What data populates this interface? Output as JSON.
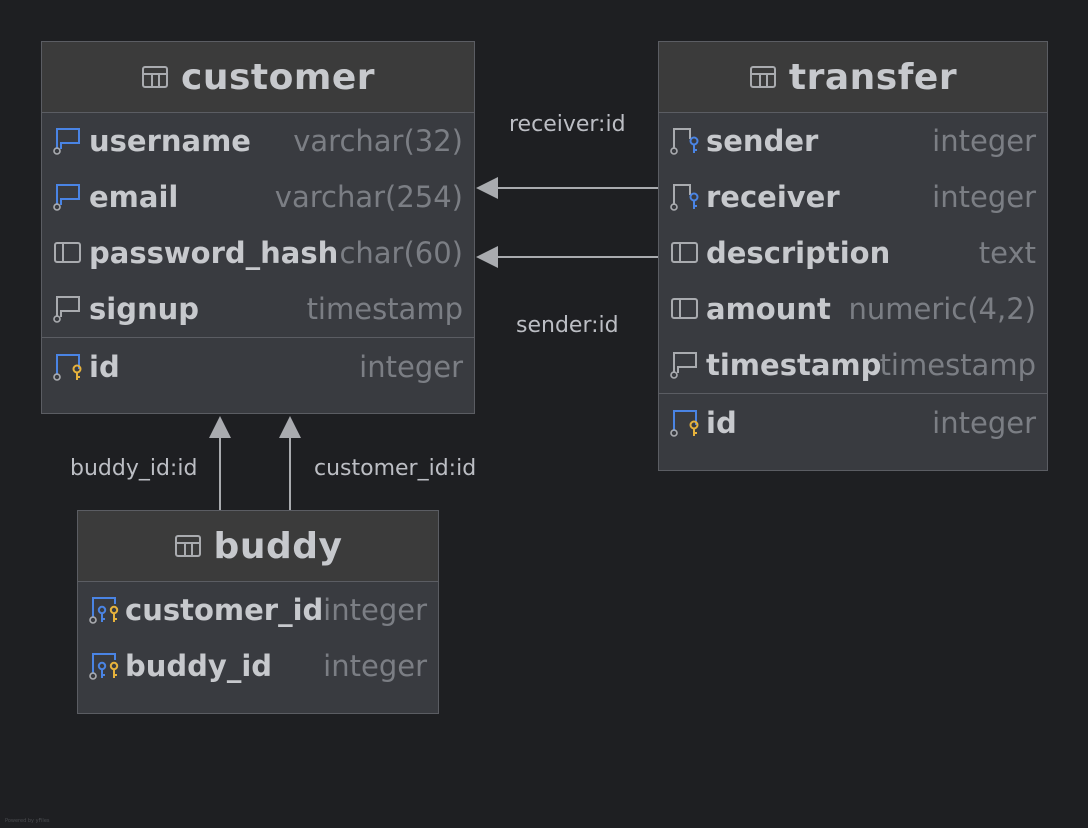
{
  "tables": {
    "customer": {
      "title": "customer",
      "columns": [
        {
          "name": "username",
          "type": "varchar(32)",
          "icon": "fk-column-icon"
        },
        {
          "name": "email",
          "type": "varchar(254)",
          "icon": "fk-column-icon"
        },
        {
          "name": "password_hash",
          "type": "char(60)",
          "icon": "column-icon"
        },
        {
          "name": "signup",
          "type": "timestamp",
          "icon": "nullable-column-icon"
        }
      ],
      "pk": {
        "name": "id",
        "type": "integer",
        "icon": "primary-key-icon"
      }
    },
    "transfer": {
      "title": "transfer",
      "columns": [
        {
          "name": "sender",
          "type": "integer",
          "icon": "foreign-key-icon"
        },
        {
          "name": "receiver",
          "type": "integer",
          "icon": "foreign-key-icon"
        },
        {
          "name": "description",
          "type": "text",
          "icon": "column-icon"
        },
        {
          "name": "amount",
          "type": "numeric(4,2)",
          "icon": "column-icon"
        },
        {
          "name": "timestamp",
          "type": "timestamp",
          "icon": "nullable-column-icon"
        }
      ],
      "pk": {
        "name": "id",
        "type": "integer",
        "icon": "primary-key-icon"
      }
    },
    "buddy": {
      "title": "buddy",
      "columns": [
        {
          "name": "customer_id",
          "type": "integer",
          "icon": "primary-foreign-key-icon"
        },
        {
          "name": "buddy_id",
          "type": "integer",
          "icon": "primary-foreign-key-icon"
        }
      ]
    }
  },
  "relations": {
    "receiver": "receiver:id",
    "sender": "sender:id",
    "buddy_id": "buddy_id:id",
    "customer_id": "customer_id:id"
  },
  "colors": {
    "background": "#1e1f22",
    "line": "#a9abaf",
    "key_blue": "#4a84e4",
    "key_gold": "#e6b23c"
  },
  "watermark": "Powered by yFiles"
}
